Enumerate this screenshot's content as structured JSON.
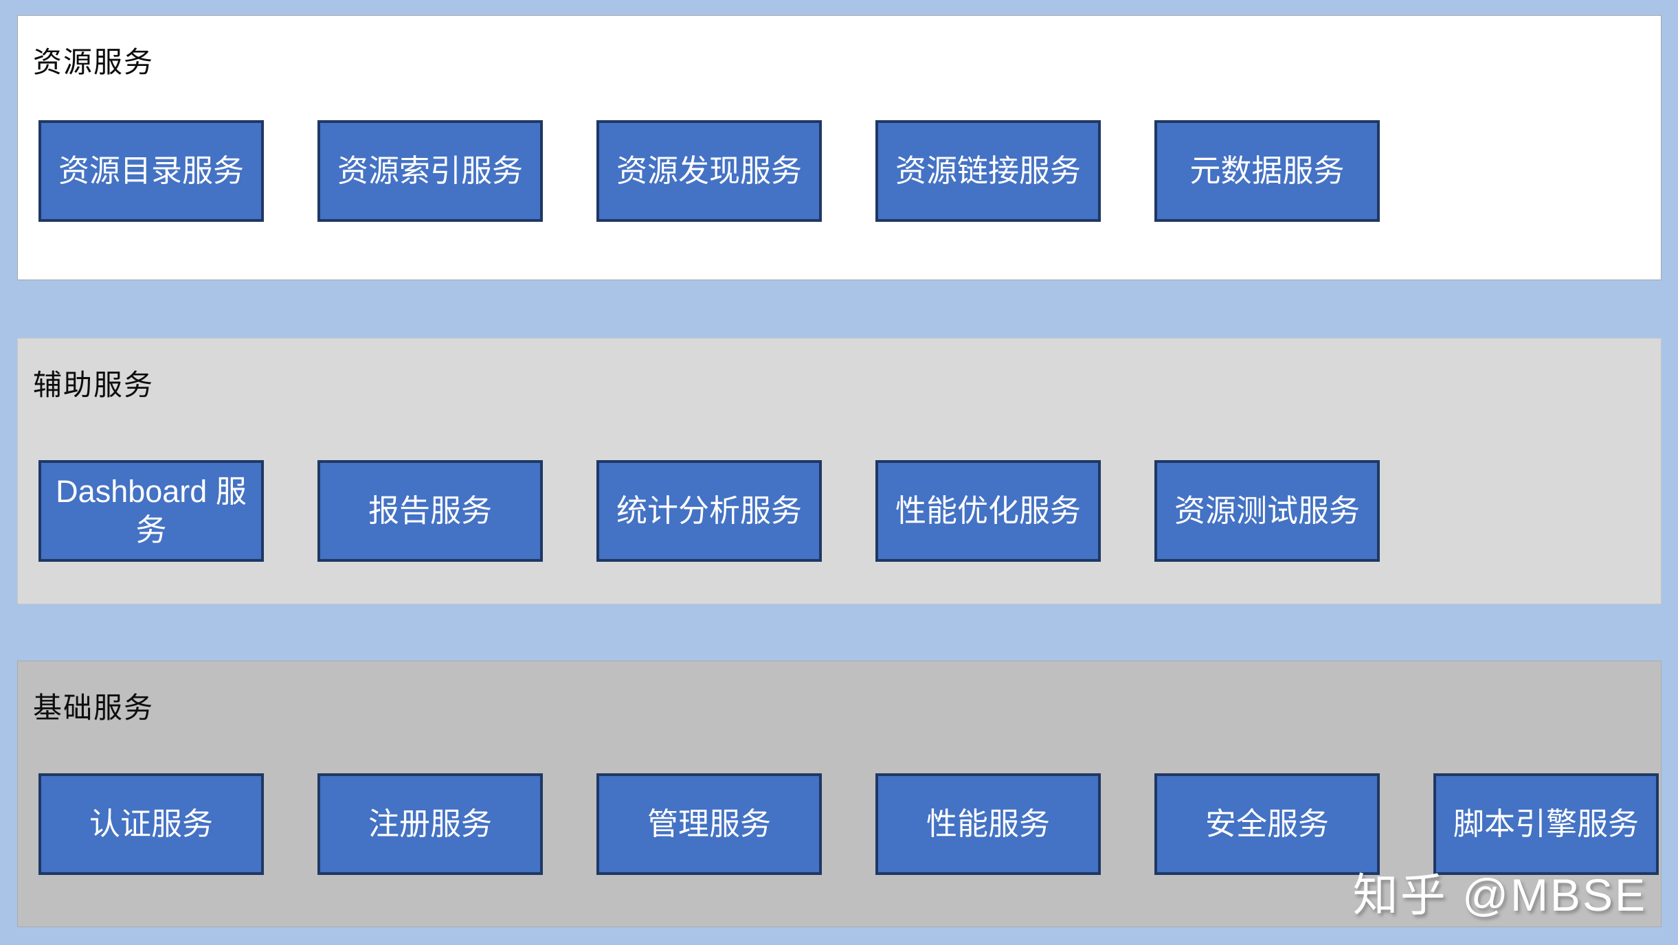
{
  "diagram": {
    "watermark": "知乎 @MBSE",
    "layers": [
      {
        "title": "资源服务",
        "background": "#ffffff",
        "services": [
          "资源目录服务",
          "资源索引服务",
          "资源发现服务",
          "资源链接服务",
          "元数据服务"
        ]
      },
      {
        "title": "辅助服务",
        "background": "#d9d9d9",
        "services": [
          "Dashboard 服务",
          "报告服务",
          "统计分析服务",
          "性能优化服务",
          "资源测试服务"
        ]
      },
      {
        "title": "基础服务",
        "background": "#bfbfbf",
        "services": [
          "认证服务",
          "注册服务",
          "管理服务",
          "性能服务",
          "安全服务",
          "脚本引擎服务"
        ]
      }
    ],
    "colors": {
      "page_background": "#a9c4e6",
      "service_box_fill": "#4472c4",
      "service_box_border": "#1f3864",
      "service_box_text": "#ffffff",
      "layer_title_text": "#0d0d0d"
    }
  }
}
